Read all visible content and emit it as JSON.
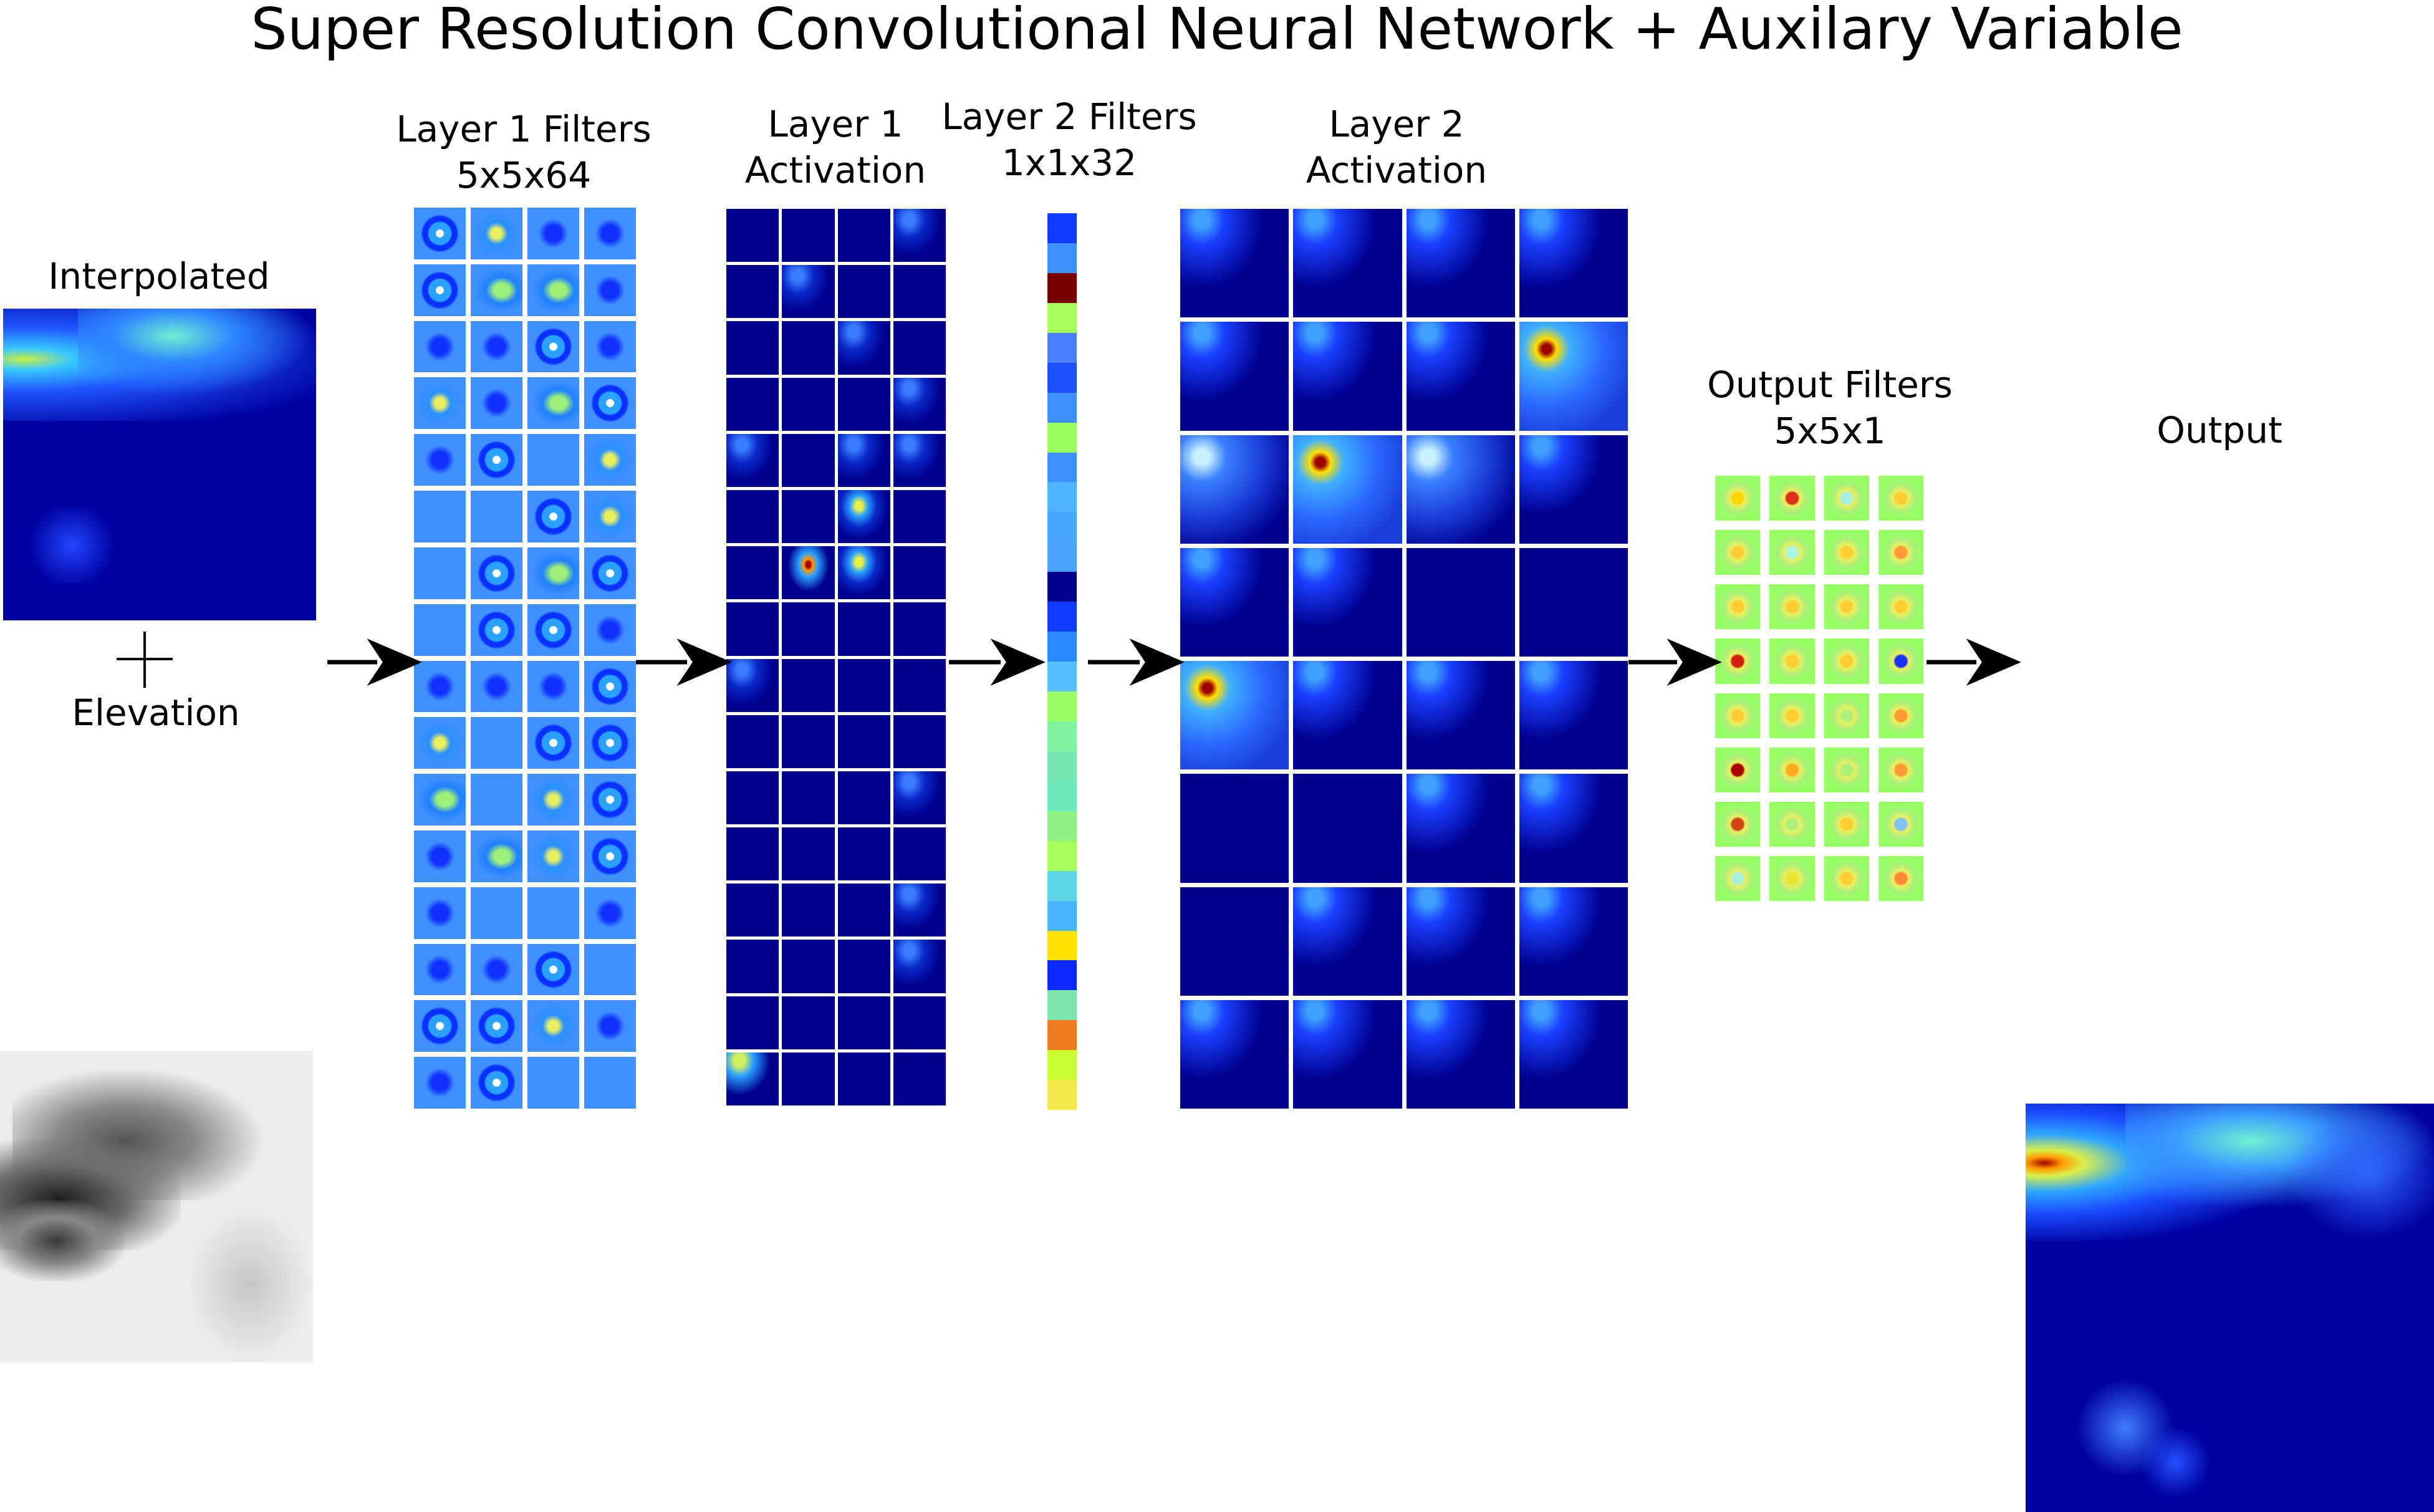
{
  "title": "Super Resolution Convolutional Neural Network + Auxilary Variable",
  "labels": {
    "interpolated": "Interpolated",
    "elevation": "Elevation",
    "layer1_filters": "Layer 1 Filters\n5x5x64",
    "layer1_activation": "Layer 1\nActivation",
    "layer2_filters": "Layer 2 Filters\n1x1x32",
    "layer2_activation": "Layer 2\nActivation",
    "output_filters": "Output Filters\n5x5x1",
    "output": "Output"
  },
  "colors": {
    "background": "#ffffff",
    "deep_blue": "#00008f",
    "filter_blue": "#3f8fff",
    "tile_border": "#ffffff",
    "arrow": "#000000",
    "output_filter_green": "#99ff66"
  },
  "layer2_filter_bar_colors": [
    "#0f3cff",
    "#3f90ff",
    "#7a0000",
    "#a6ff5a",
    "#4a80ff",
    "#1f50ff",
    "#3f90ff",
    "#9cff60",
    "#3f90ff",
    "#4fb4ff",
    "#49a6ff",
    "#4aa4ff",
    "#00008f",
    "#0f3cff",
    "#2a8cff",
    "#58c0ff",
    "#9aff64",
    "#80f3a0",
    "#73e6b1",
    "#6de8bb",
    "#8ff084",
    "#a7ff5c",
    "#5cd6e4",
    "#4ab4ff",
    "#ffe300",
    "#0a2aff",
    "#7de6b0",
    "#f07b20",
    "#ccff33",
    "#f2e84a"
  ],
  "output_filter_centers": [
    "#ffd400",
    "#e0301a",
    "#a6f0e0",
    "#ffcc33",
    "#ffcc33",
    "#aaf5e0",
    "#ffcc33",
    "#ff9933",
    "#ffcc33",
    "#ffcc33",
    "#ffcc33",
    "#ffcc33",
    "#d41f10",
    "#ffcc33",
    "#ffcc33",
    "#1a30ff",
    "#ffcc33",
    "#ffcc33",
    "#aef07a",
    "#ff9933",
    "#aa0000",
    "#ffaa22",
    "#aef07a",
    "#ff9933",
    "#d04414",
    "#aef07a",
    "#ffcc33",
    "#80c0ff",
    "#a8f0dc",
    "#e8e433",
    "#ffcc33",
    "#ff8833"
  ]
}
